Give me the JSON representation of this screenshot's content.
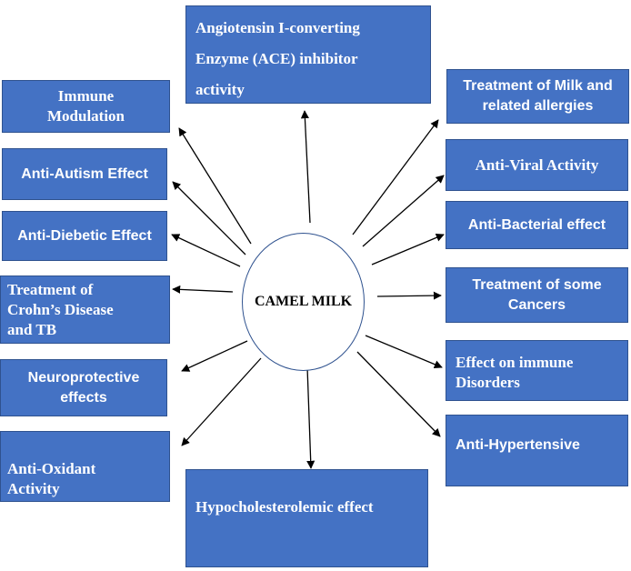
{
  "center": {
    "label": "CAMEL MILK"
  },
  "effects": [
    {
      "id": "ace",
      "label": "Angiotensin I-converting\nEnzyme (ACE) inhibitor\nactivity"
    },
    {
      "id": "immune-modulation",
      "label": "Immune\nModulation"
    },
    {
      "id": "anti-autism",
      "label": "Anti-Autism Effect"
    },
    {
      "id": "anti-diebetic",
      "label": "Anti-Diebetic Effect"
    },
    {
      "id": "crohns-tb",
      "label": "Treatment of\nCrohn’s Disease\nand TB"
    },
    {
      "id": "neuroprotective",
      "label": "Neuroprotective\neffects"
    },
    {
      "id": "anti-oxidant",
      "label": "Anti-Oxidant\nActivity"
    },
    {
      "id": "hypocholesterolemic",
      "label": "Hypocholesterolemic effect"
    },
    {
      "id": "milk-allergies",
      "label": "Treatment of Milk  and\nrelated allergies"
    },
    {
      "id": "anti-viral",
      "label": "Anti-Viral Activity"
    },
    {
      "id": "anti-bacterial",
      "label": "Anti-Bacterial effect"
    },
    {
      "id": "cancers",
      "label": "Treatment of some\nCancers"
    },
    {
      "id": "immune-disorders",
      "label": "Effect on immune\nDisorders"
    },
    {
      "id": "anti-hypertensive",
      "label": "Anti-Hypertensive"
    }
  ],
  "colors": {
    "box_fill": "#4472c4",
    "box_border": "#2f528f",
    "box_text": "#ffffff",
    "arrow": "#000000"
  }
}
